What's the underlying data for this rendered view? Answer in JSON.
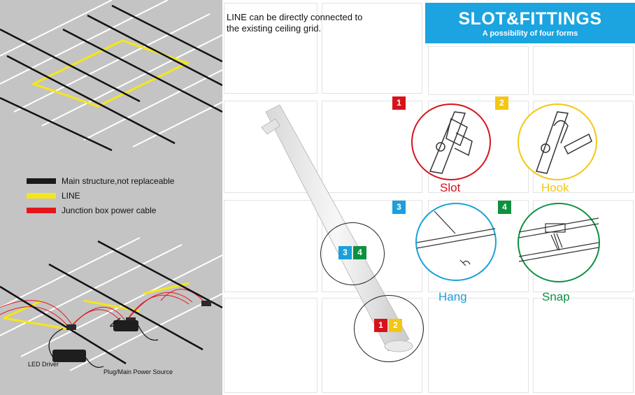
{
  "intro": {
    "line1": "LINE can be directly connected to",
    "line2": "the existing ceiling grid."
  },
  "banner": {
    "title": "SLOT&FITTINGS",
    "subtitle": "A possibility of four forms"
  },
  "legend": [
    {
      "label": "Main structure,not replaceable",
      "color": "#1a1a1a"
    },
    {
      "label": "LINE",
      "color": "#f5e61a"
    },
    {
      "label": "Junction box power cable",
      "color": "#e3161b"
    }
  ],
  "captions": {
    "driver": "LED Driver",
    "plug": "Plug/Main Power Source"
  },
  "forms": [
    {
      "number": "1",
      "name": "Slot",
      "color": "#d7131a"
    },
    {
      "number": "2",
      "name": "Hook",
      "color": "#f3c712"
    },
    {
      "number": "3",
      "name": "Hang",
      "color": "#1aa0da"
    },
    {
      "number": "4",
      "name": "Snap",
      "color": "#0d9140"
    }
  ],
  "profile_badges": {
    "top_a": "3",
    "top_b": "4",
    "bottom_a": "1",
    "bottom_b": "2"
  }
}
